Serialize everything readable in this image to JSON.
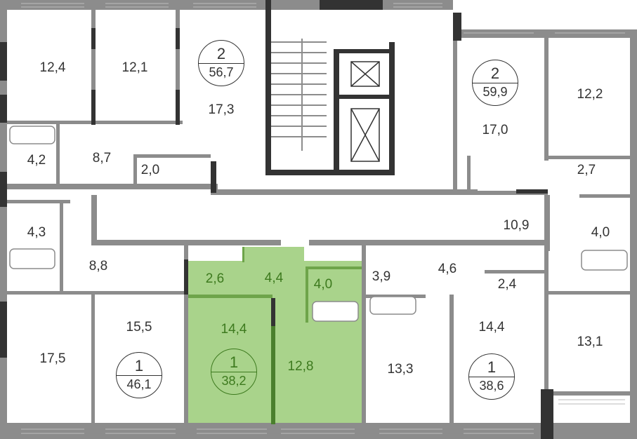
{
  "colors": {
    "wall": "#8c8c8c",
    "wall_dark": "#333333",
    "highlight": "#a9d38b",
    "highlight_text": "#3d7a1e"
  },
  "apartments": [
    {
      "rooms": "2",
      "area": "56,7"
    },
    {
      "rooms": "2",
      "area": "59,9"
    },
    {
      "rooms": "1",
      "area": "46,1"
    },
    {
      "rooms": "1",
      "area": "38,2",
      "highlighted": true
    },
    {
      "rooms": "1",
      "area": "38,6"
    }
  ],
  "rooms": [
    "12,4",
    "12,1",
    "17,3",
    "4,2",
    "8,7",
    "2,0",
    "17,0",
    "12,2",
    "2,7",
    "10,9",
    "4,0",
    "4,3",
    "8,8",
    "2,6",
    "4,4",
    "4,0",
    "3,9",
    "4,6",
    "2,4",
    "15,5",
    "17,5",
    "14,4",
    "12,8",
    "13,3",
    "14,4",
    "13,1"
  ]
}
